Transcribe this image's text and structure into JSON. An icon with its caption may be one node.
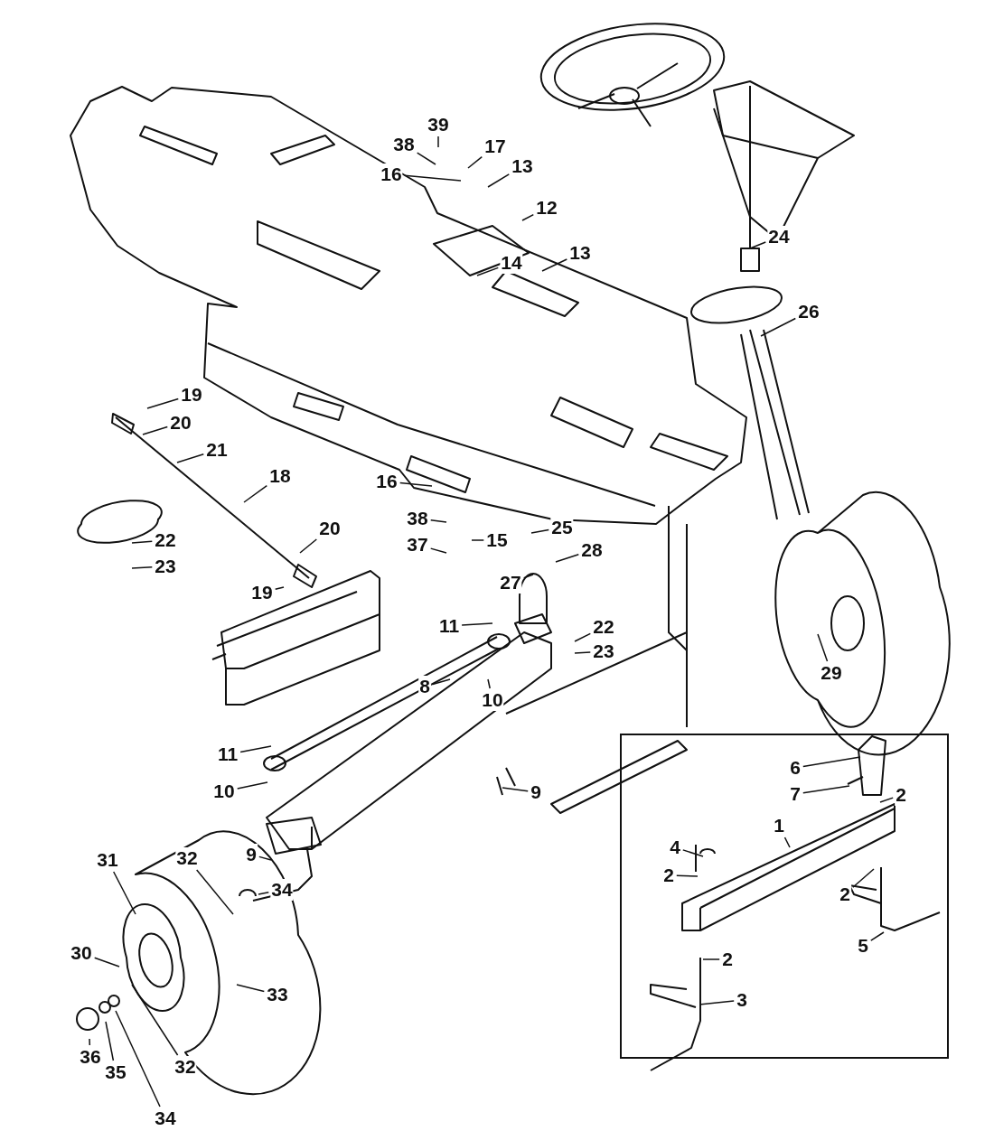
{
  "diagram": {
    "nodes": [
      {
        "text": [
          "39"
        ]
      },
      {
        "text": [
          "38"
        ]
      },
      {
        "text": [
          "17"
        ]
      },
      {
        "text": [
          "16"
        ]
      },
      {
        "text": [
          "13"
        ]
      },
      {
        "text": [
          "12"
        ]
      },
      {
        "text": [
          "14"
        ]
      },
      {
        "text": [
          "13"
        ]
      },
      {
        "text": [
          "24"
        ]
      },
      {
        "text": [
          "26"
        ]
      },
      {
        "text": [
          "19"
        ]
      },
      {
        "text": [
          "20"
        ]
      },
      {
        "text": [
          "21"
        ]
      },
      {
        "text": [
          "18"
        ]
      },
      {
        "text": [
          "16"
        ]
      },
      {
        "text": [
          "20"
        ]
      },
      {
        "text": [
          "22"
        ]
      },
      {
        "text": [
          "38"
        ]
      },
      {
        "text": [
          "25"
        ]
      },
      {
        "text": [
          "23"
        ]
      },
      {
        "text": [
          "37"
        ]
      },
      {
        "text": [
          "15"
        ]
      },
      {
        "text": [
          "28"
        ]
      },
      {
        "text": [
          "19"
        ]
      },
      {
        "text": [
          "27"
        ]
      },
      {
        "text": [
          "11"
        ]
      },
      {
        "text": [
          "22"
        ]
      },
      {
        "text": [
          "23"
        ]
      },
      {
        "text": [
          "29"
        ]
      },
      {
        "text": [
          "8"
        ]
      },
      {
        "text": [
          "10"
        ]
      },
      {
        "text": [
          "11"
        ]
      },
      {
        "text": [
          "10"
        ]
      },
      {
        "text": [
          "9"
        ]
      },
      {
        "text": [
          "9"
        ]
      },
      {
        "text": [
          "32"
        ]
      },
      {
        "text": [
          "34"
        ]
      },
      {
        "text": [
          "31"
        ]
      },
      {
        "text": [
          "30"
        ]
      },
      {
        "text": [
          "33"
        ]
      },
      {
        "text": [
          "36"
        ]
      },
      {
        "text": [
          "35"
        ]
      },
      {
        "text": [
          "32"
        ]
      },
      {
        "text": [
          "34"
        ]
      },
      {
        "text": [],
        "shape": "box"
      },
      {
        "text": [
          "6"
        ],
        "in": 44
      },
      {
        "text": [
          "7"
        ],
        "in": 44
      },
      {
        "text": [
          "2"
        ],
        "in": 44
      },
      {
        "text": [
          "1"
        ],
        "in": 44
      },
      {
        "text": [
          "4"
        ],
        "in": 44
      },
      {
        "text": [
          "2"
        ],
        "in": 44
      },
      {
        "text": [
          "2"
        ],
        "in": 44
      },
      {
        "text": [
          "5"
        ],
        "in": 44
      },
      {
        "text": [
          "2"
        ],
        "in": 44
      },
      {
        "text": [
          "3"
        ],
        "in": 44
      }
    ],
    "edges": [
      {
        "from": 0,
        "to": null,
        "arrow": "none"
      },
      {
        "from": 1,
        "to": null,
        "arrow": "none"
      },
      {
        "from": 2,
        "to": null,
        "arrow": "none"
      },
      {
        "from": 3,
        "to": null,
        "arrow": "none"
      },
      {
        "from": 4,
        "to": null,
        "arrow": "none"
      },
      {
        "from": 5,
        "to": null,
        "arrow": "none"
      },
      {
        "from": 6,
        "to": null,
        "arrow": "none"
      },
      {
        "from": 7,
        "to": null,
        "arrow": "none"
      },
      {
        "from": 8,
        "to": null,
        "arrow": "none"
      },
      {
        "from": 9,
        "to": null,
        "arrow": "none"
      },
      {
        "from": 10,
        "to": null,
        "arrow": "none"
      },
      {
        "from": 11,
        "to": null,
        "arrow": "none"
      },
      {
        "from": 12,
        "to": null,
        "arrow": "none"
      },
      {
        "from": 13,
        "to": null,
        "arrow": "none"
      },
      {
        "from": 14,
        "to": null,
        "arrow": "none"
      },
      {
        "from": 15,
        "to": null,
        "arrow": "none"
      },
      {
        "from": 16,
        "to": null,
        "arrow": "none"
      },
      {
        "from": 17,
        "to": null,
        "arrow": "none"
      },
      {
        "from": 18,
        "to": null,
        "arrow": "none"
      },
      {
        "from": 19,
        "to": null,
        "arrow": "none"
      },
      {
        "from": 20,
        "to": null,
        "arrow": "none"
      },
      {
        "from": 21,
        "to": null,
        "arrow": "none"
      },
      {
        "from": 22,
        "to": null,
        "arrow": "none"
      },
      {
        "from": 23,
        "to": null,
        "arrow": "none"
      },
      {
        "from": 24,
        "to": null,
        "arrow": "none"
      },
      {
        "from": 25,
        "to": null,
        "arrow": "none"
      },
      {
        "from": 26,
        "to": null,
        "arrow": "none"
      },
      {
        "from": 27,
        "to": null,
        "arrow": "none"
      },
      {
        "from": 28,
        "to": null,
        "arrow": "none"
      },
      {
        "from": 29,
        "to": null,
        "arrow": "none"
      },
      {
        "from": 30,
        "to": null,
        "arrow": "none"
      },
      {
        "from": 31,
        "to": null,
        "arrow": "none"
      },
      {
        "from": 32,
        "to": null,
        "arrow": "none"
      },
      {
        "from": 33,
        "to": null,
        "arrow": "none"
      },
      {
        "from": 34,
        "to": null,
        "arrow": "none"
      },
      {
        "from": 35,
        "to": null,
        "arrow": "none"
      },
      {
        "from": 36,
        "to": null,
        "arrow": "none"
      },
      {
        "from": 37,
        "to": null,
        "arrow": "none"
      },
      {
        "from": 38,
        "to": null,
        "arrow": "none"
      },
      {
        "from": 39,
        "to": null,
        "arrow": "none"
      },
      {
        "from": 40,
        "to": null,
        "arrow": "none"
      },
      {
        "from": 41,
        "to": null,
        "arrow": "none"
      },
      {
        "from": 42,
        "to": null,
        "arrow": "none"
      },
      {
        "from": 43,
        "to": null,
        "arrow": "none"
      },
      {
        "from": 45,
        "to": null,
        "arrow": "none"
      },
      {
        "from": 46,
        "to": null,
        "arrow": "none"
      },
      {
        "from": 47,
        "to": null,
        "arrow": "none"
      },
      {
        "from": 48,
        "to": null,
        "arrow": "none"
      },
      {
        "from": 49,
        "to": null,
        "arrow": "none"
      },
      {
        "from": 50,
        "to": null,
        "arrow": "none"
      },
      {
        "from": 51,
        "to": null,
        "arrow": "none"
      },
      {
        "from": 52,
        "to": null,
        "arrow": "none"
      },
      {
        "from": 53,
        "to": null,
        "arrow": "none"
      },
      {
        "from": 54,
        "to": null,
        "arrow": "none"
      }
    ]
  }
}
